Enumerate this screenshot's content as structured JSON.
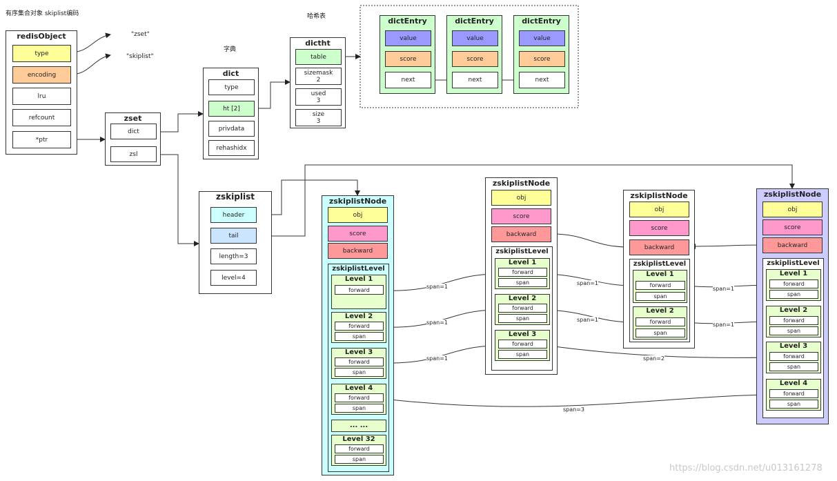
{
  "title": "有序集合对象 skiplist编码",
  "labels": {
    "zset_str": "\"zset\"",
    "skiplist_str": "\"skiplist\"",
    "dict_cap": "字典",
    "hash_cap": "哈希表"
  },
  "redisObject": {
    "title": "redisObject",
    "type": "type",
    "encoding": "encoding",
    "lru": "lru",
    "refcount": "refcount",
    "ptr": "*ptr"
  },
  "zset": {
    "title": "zset",
    "dict": "dict",
    "zsl": "zsl"
  },
  "dict": {
    "title": "dict",
    "type": "type",
    "ht": "ht [2]",
    "privdata": "privdata",
    "rehashidx": "rehashidx"
  },
  "dictht": {
    "title": "dictht",
    "table": "table",
    "sizemask": "sizemask",
    "sizemask_val": "2",
    "used": "used",
    "used_val": "3",
    "size": "size",
    "size_val": "3"
  },
  "dictEntries": [
    {
      "title": "dictEntry",
      "value": "value",
      "score": "score",
      "next": "next"
    },
    {
      "title": "dictEntry",
      "value": "value",
      "score": "score",
      "next": "next"
    },
    {
      "title": "dictEntry",
      "value": "value",
      "score": "score",
      "next": "next"
    }
  ],
  "zskiplist": {
    "title": "zskiplist",
    "header": "header",
    "tail": "tail",
    "length": "length=3",
    "level": "level=4"
  },
  "node_common": {
    "title": "zskiplistNode",
    "obj": "obj",
    "score": "score",
    "backward": "backward",
    "level_title": "zskiplistLevel",
    "forward": "forward",
    "span": "span"
  },
  "header_levels": [
    "Level 1",
    "Level 2",
    "Level 3",
    "Level 4",
    "... ...",
    "Level 32"
  ],
  "node1_levels": [
    "Level 1",
    "Level 2",
    "Level 3"
  ],
  "node2_levels": [
    "Level 1",
    "Level 2"
  ],
  "node3_levels": [
    "Level 1",
    "Level 2",
    "Level 3",
    "Level 4"
  ],
  "spans": [
    "span=1",
    "span=1",
    "span=1",
    "span=1",
    "span=1",
    "span=1",
    "span=1",
    "span=2",
    "span=3"
  ],
  "watermark": "https://blog.csdn.net/u013161278",
  "colors": {
    "yellow": "#ffff99",
    "orange": "#ffcc99",
    "green": "#ccffcc",
    "blue": "#9999ff",
    "pink": "#ff99cc",
    "red": "#ff9999",
    "cyan": "#ccffff",
    "lavender": "#ccccff"
  }
}
